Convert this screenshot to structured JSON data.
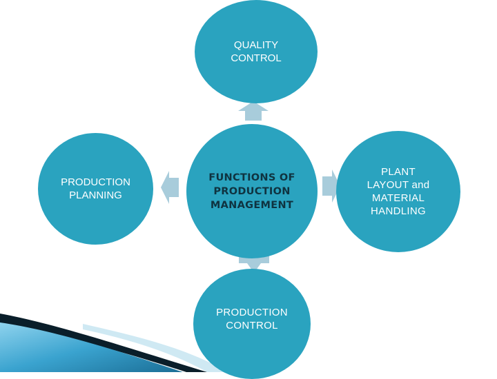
{
  "diagram": {
    "center": {
      "label": "FUNCTIONS OF\nPRODUCTION\nMANAGEMENT"
    },
    "top": {
      "label": "QUALITY\nCONTROL"
    },
    "left": {
      "label": "PRODUCTION\nPLANNING"
    },
    "right": {
      "label": "PLANT\nLAYOUT and\nMATERIAL\nHANDLING"
    },
    "bottom": {
      "label": "PRODUCTION\nCONTROL"
    }
  },
  "colors": {
    "circle_fill": "#2aa3bf",
    "center_text": "#0f3340",
    "arrow_fill": "#a8ccdb",
    "corner_dark": "#0a1e2a",
    "corner_light": "#5cb8dc"
  }
}
